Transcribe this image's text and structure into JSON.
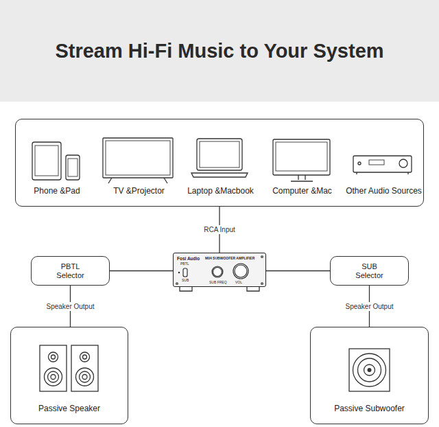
{
  "diagram": {
    "title": "Stream Hi-Fi Music to Your System",
    "nodes": [
      {
        "text": [
          "Phone &Pad",
          "TV &Projector",
          "Laptop &Macbook",
          "Computer &Mac",
          "Other Audio Sources"
        ]
      },
      {
        "text": [
          "Fosi Audio",
          "M04 SUBWOOFER AMPLIFIER",
          "PBTL",
          "SUB",
          "SUB FREQ",
          "VOL"
        ]
      },
      {
        "text": [
          "PBTL Selector"
        ]
      },
      {
        "text": [
          "SUB Selector"
        ]
      },
      {
        "text": [
          "Passive Speaker"
        ]
      },
      {
        "text": [
          "Passive Subwoofer"
        ]
      }
    ],
    "edges": [
      {
        "from": 0,
        "to": 1,
        "label": "RCA Input",
        "arrow": "none"
      },
      {
        "from": 1,
        "to": 2,
        "arrow": "none"
      },
      {
        "from": 1,
        "to": 3,
        "arrow": "none"
      },
      {
        "from": 2,
        "to": 4,
        "label": "Speaker Output",
        "arrow": "none"
      },
      {
        "from": 3,
        "to": 5,
        "label": "Speaker Output",
        "arrow": "none"
      }
    ]
  }
}
